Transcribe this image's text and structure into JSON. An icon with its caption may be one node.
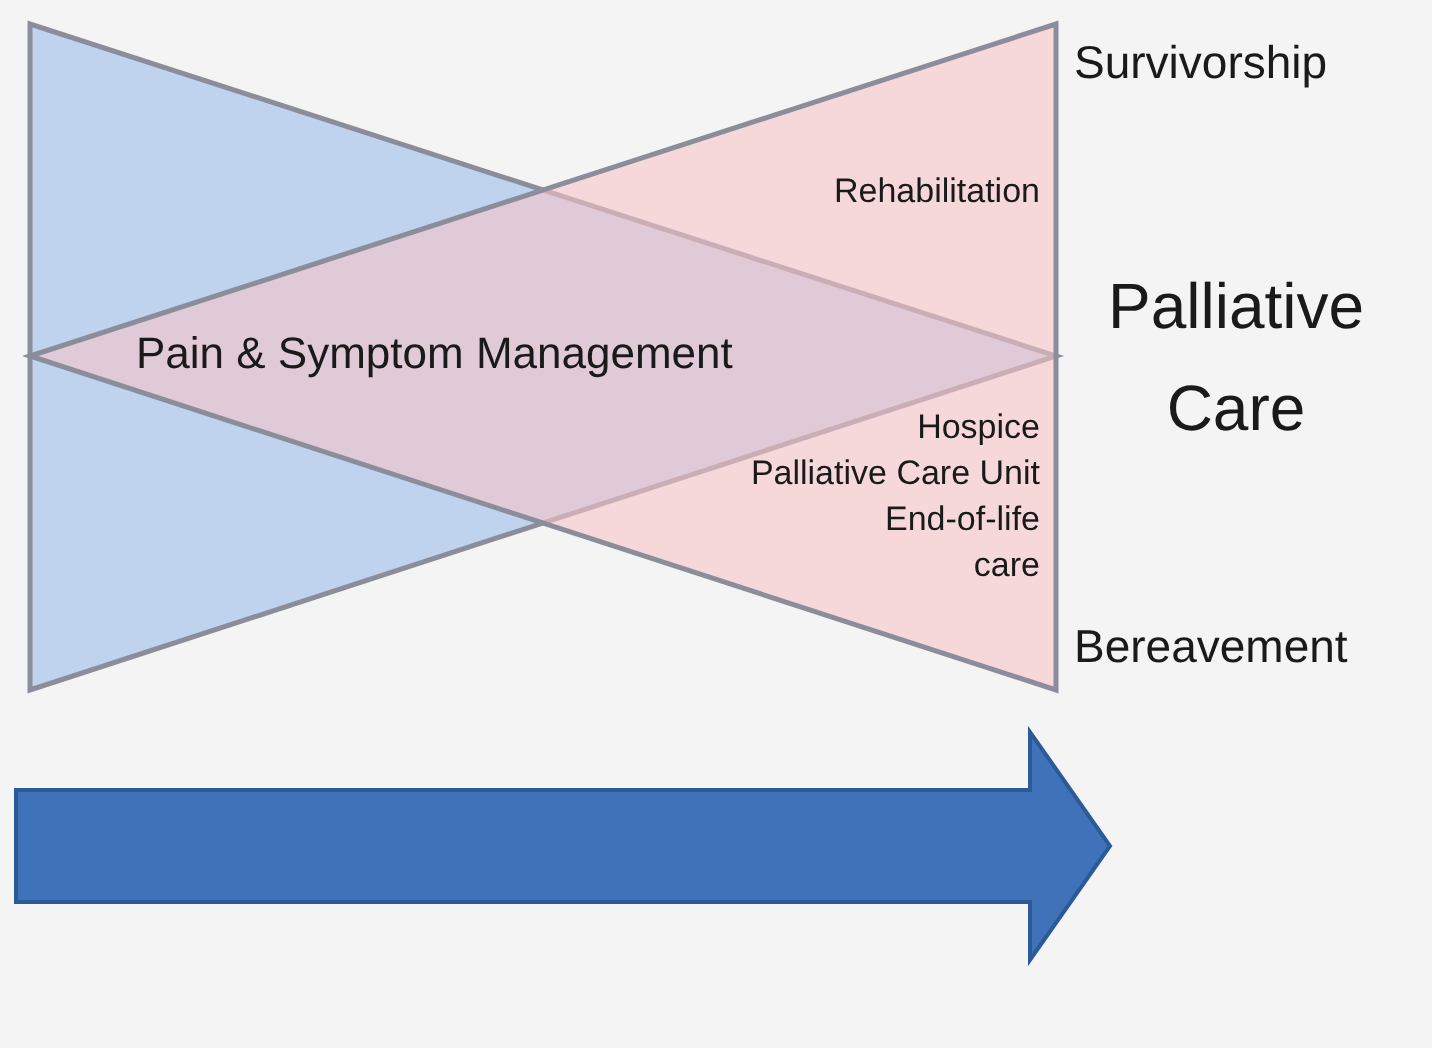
{
  "diagram": {
    "nodes": [
      {
        "text": [],
        "shape": "triangle"
      },
      {
        "text": [
          "Rehabilitation",
          "Hospice",
          "Palliative Care Unit",
          "End-of-life care"
        ]
      }
    ],
    "labels": [
      "Survivorship",
      "Pain & Symptom Management",
      "Palliative Care",
      "Bereavement"
    ]
  }
}
